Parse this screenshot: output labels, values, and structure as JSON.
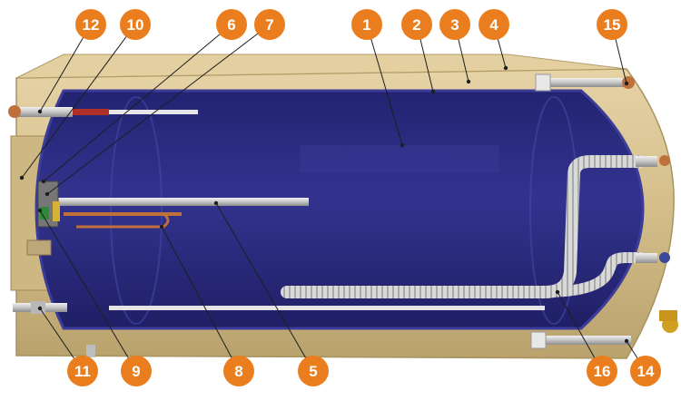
{
  "colors": {
    "badge": "#ea7d1d",
    "badge_text": "#ffffff",
    "leader": "#1e1e1e",
    "casing": "#d6c08e",
    "casing_dark": "#a8925e",
    "tank_inner": "#2a2a80",
    "tank_rim": "#3c3c9a",
    "pipe": "#c8c8c8",
    "copper": "#c0703a"
  },
  "callouts": [
    {
      "label": "1"
    },
    {
      "label": "2"
    },
    {
      "label": "3"
    },
    {
      "label": "4"
    },
    {
      "label": "5"
    },
    {
      "label": "6"
    },
    {
      "label": "7"
    },
    {
      "label": "8"
    },
    {
      "label": "9"
    },
    {
      "label": "10"
    },
    {
      "label": "11"
    },
    {
      "label": "12"
    },
    {
      "label": "14"
    },
    {
      "label": "15"
    },
    {
      "label": "16"
    }
  ]
}
